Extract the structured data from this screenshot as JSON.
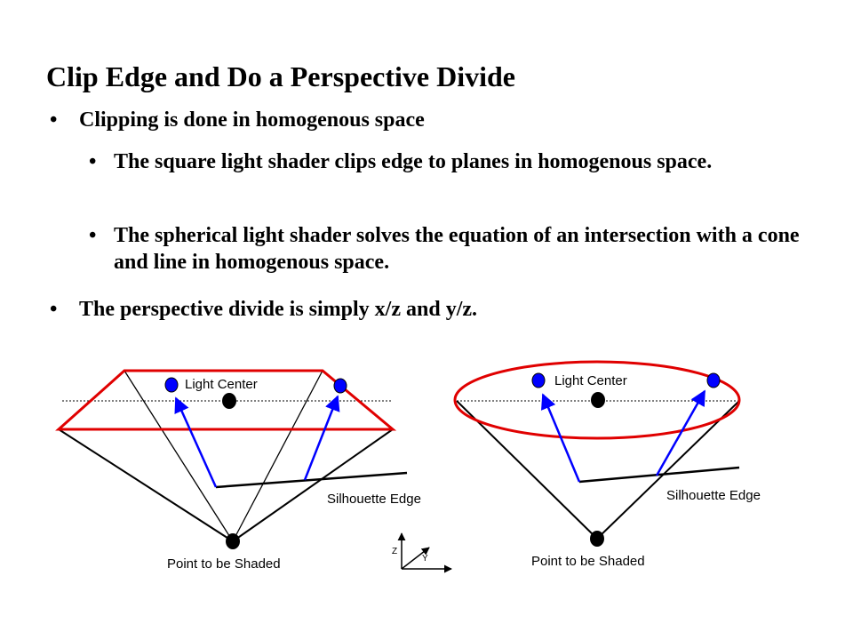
{
  "slide": {
    "title": "Clip Edge and Do a Perspective Divide",
    "bullets": [
      {
        "level": 1,
        "text": "Clipping is done in homogenous space"
      },
      {
        "level": 2,
        "text": "The square light shader clips edge to planes in homogenous space."
      },
      {
        "level": 2,
        "text": "The spherical light shader solves the equation of an intersection with a cone and line in homogenous space."
      },
      {
        "level": 1,
        "text": "The perspective divide is simply x/z and y/z."
      }
    ],
    "bullet_glyph": "•"
  },
  "diagrams": {
    "light_center_label": "Light Center",
    "silhouette_edge_label": "Silhouette Edge",
    "point_label": "Point to be Shaded",
    "axis_z_label": "Z",
    "axis_y_label": "Y",
    "colors": {
      "clip_red": "#e00000",
      "ray_blue": "#0000ff",
      "line_black": "#000000"
    }
  }
}
